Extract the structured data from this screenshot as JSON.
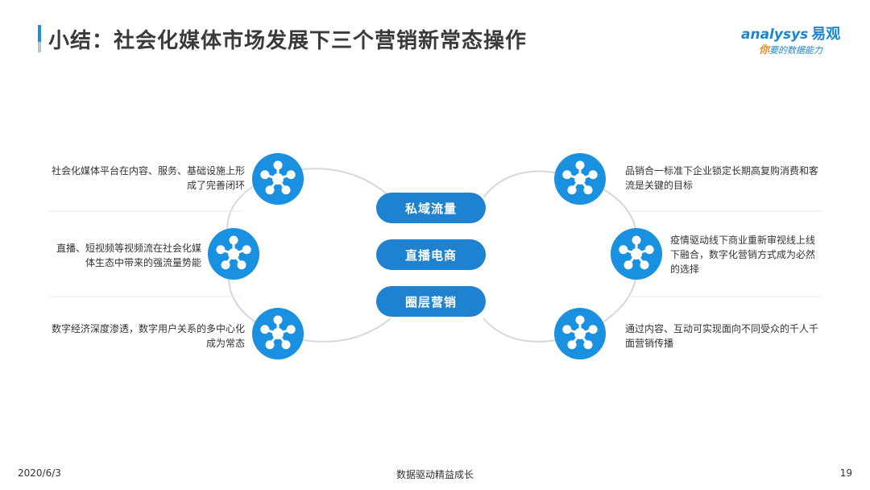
{
  "header": {
    "title": "小结：社会化媒体市场发展下三个营销新常态操作"
  },
  "logo": {
    "brand": "analysys",
    "brand_cn": "易观",
    "tagline_accent": "你",
    "tagline_rest": "要的数据能力"
  },
  "center_labels": [
    "私域流量",
    "直播电商",
    "圈层营销"
  ],
  "left_nodes": [
    {
      "text": "社会化媒体平台在内容、服务、基础设施上形成了完善闭环",
      "icon": "network-hub-icon"
    },
    {
      "text": "直播、短视频等视频流在社会化媒体生态中带来的强流量势能",
      "icon": "network-hub-icon"
    },
    {
      "text": "数字经济深度渗透，数字用户关系的多中心化成为常态",
      "icon": "network-hub-icon"
    }
  ],
  "right_nodes": [
    {
      "text": "品销合一标准下企业锁定长期高复购消费和客流是关键的目标",
      "icon": "network-hub-icon"
    },
    {
      "text": "疫情驱动线下商业重新审视线上线下融合，数字化营销方式成为必然的选择",
      "icon": "network-hub-icon"
    },
    {
      "text": "通过内容、互动可实现面向不同受众的千人千面营销传播",
      "icon": "network-hub-icon"
    }
  ],
  "colors": {
    "accent": "#1f82d0",
    "node": "#1a90e0",
    "arc": "#d4d8dc"
  },
  "footer": {
    "date": "2020/6/3",
    "center": "数据驱动精益成长",
    "page": "19"
  }
}
